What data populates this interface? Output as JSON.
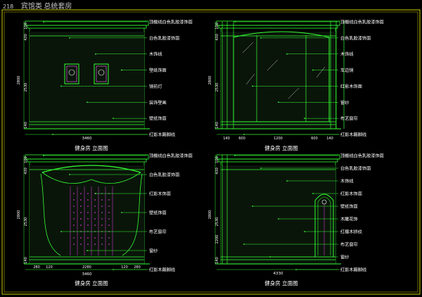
{
  "header": {
    "page_number": "218",
    "title": "宾馆类",
    "subtitle": "总统套房"
  },
  "colors": {
    "line": "#33ff33",
    "dim": "#ffffff",
    "bg": "#000000",
    "frame": "#ffff00",
    "accent": "#ff66ff",
    "pattern": "#cc33cc"
  },
  "panels": [
    {
      "caption": "健身房 立面图",
      "dims_bottom": [
        "3460"
      ],
      "dims_left": [
        "2800",
        "2530",
        "100",
        "430",
        "140"
      ],
      "labels": [
        "顶棚线白色乳胶漆饰面",
        "白色乳胶漆饰面",
        "木饰线",
        "壁纸饰面",
        "镜前灯",
        "装饰壁画",
        "壁纸饰面",
        "红影木踢脚线"
      ]
    },
    {
      "caption": "健身房 立面图",
      "dims_bottom": [
        "140",
        "600",
        "1200",
        "600",
        "140"
      ],
      "dims_left": [
        "2800",
        "2530",
        "100",
        "430",
        "140"
      ],
      "labels": [
        "顶棚线白色乳胶漆饰面",
        "白色乳胶漆饰面",
        "木饰线",
        "车边镜",
        "红影木饰面",
        "窗纱",
        "布艺窗帘",
        "红影木踢脚线"
      ]
    },
    {
      "caption": "健身房 立面图",
      "dims_bottom": [
        "280",
        "120",
        "2280",
        "120",
        "280",
        "3460"
      ],
      "dims_left": [
        "2800",
        "2530",
        "100",
        "430",
        "140"
      ],
      "labels": [
        "顶棚线白色乳胶漆饰面",
        "白色乳胶漆饰面",
        "红影木饰面",
        "壁纸饰面",
        "布艺窗帘",
        "窗纱",
        "红影木踢脚线"
      ]
    },
    {
      "caption": "健身房 立面图",
      "dims_bottom": [
        "4330"
      ],
      "dims_left": [
        "2800",
        "2530",
        "100",
        "430",
        "140",
        "2200"
      ],
      "labels": [
        "顶棚线白色乳胶漆饰面",
        "白色乳胶漆饰面",
        "木饰线",
        "红影木饰面",
        "壁纸饰面",
        "木雕花饰",
        "红檀木拼纹",
        "布艺窗帘",
        "窗纱",
        "红影木踢脚线"
      ]
    }
  ]
}
